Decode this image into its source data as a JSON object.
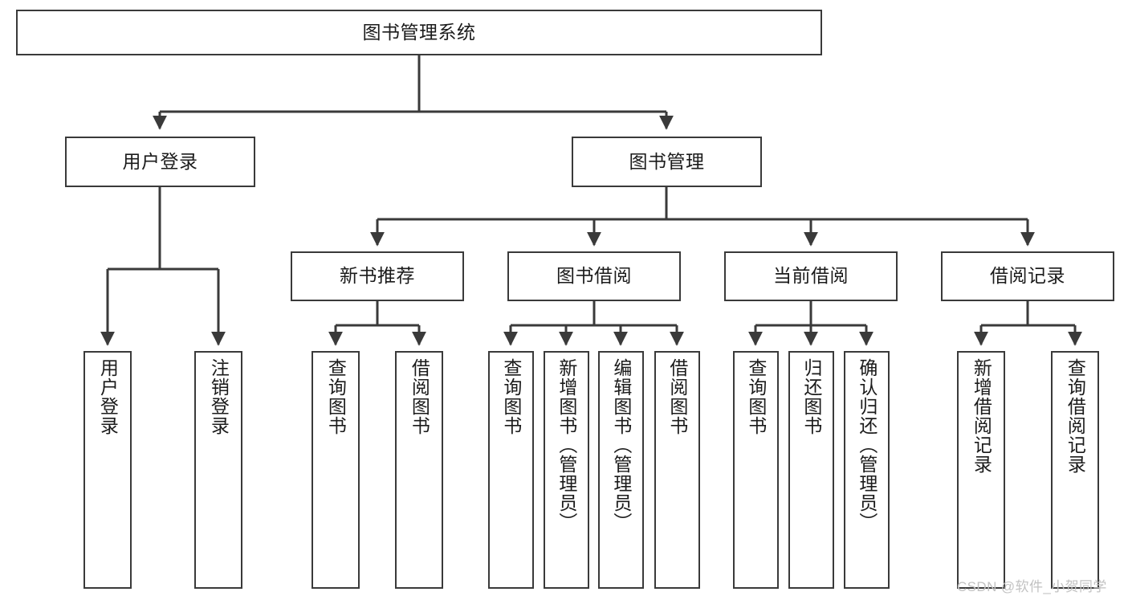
{
  "diagram": {
    "title": "图书管理系统",
    "type": "tree",
    "watermark": "CSDN @软件_小贺同学",
    "colors": {
      "border": "#3a3a3a",
      "background": "#ffffff",
      "text": "#1b1b1b",
      "connector": "#3a3a3a",
      "watermark": "#c2c2c2"
    },
    "root": {
      "label": "图书管理系统"
    },
    "level2": [
      {
        "label": "用户登录"
      },
      {
        "label": "图书管理"
      }
    ],
    "level3": [
      {
        "label": "新书推荐"
      },
      {
        "label": "图书借阅"
      },
      {
        "label": "当前借阅"
      },
      {
        "label": "借阅记录"
      }
    ],
    "leaves": {
      "user_login": [
        {
          "label": "用户登录"
        },
        {
          "label": "注销登录"
        }
      ],
      "new_book_recommend": [
        {
          "label": "查询图书"
        },
        {
          "label": "借阅图书"
        }
      ],
      "book_borrow": [
        {
          "label": "查询图书"
        },
        {
          "label": "新增图书（管理员）"
        },
        {
          "label": "编辑图书（管理员）"
        },
        {
          "label": "借阅图书"
        }
      ],
      "current_borrow": [
        {
          "label": "查询图书"
        },
        {
          "label": "归还图书"
        },
        {
          "label": "确认归还（管理员）"
        }
      ],
      "borrow_record": [
        {
          "label": "新增借阅记录"
        },
        {
          "label": "查询借阅记录"
        }
      ]
    }
  }
}
